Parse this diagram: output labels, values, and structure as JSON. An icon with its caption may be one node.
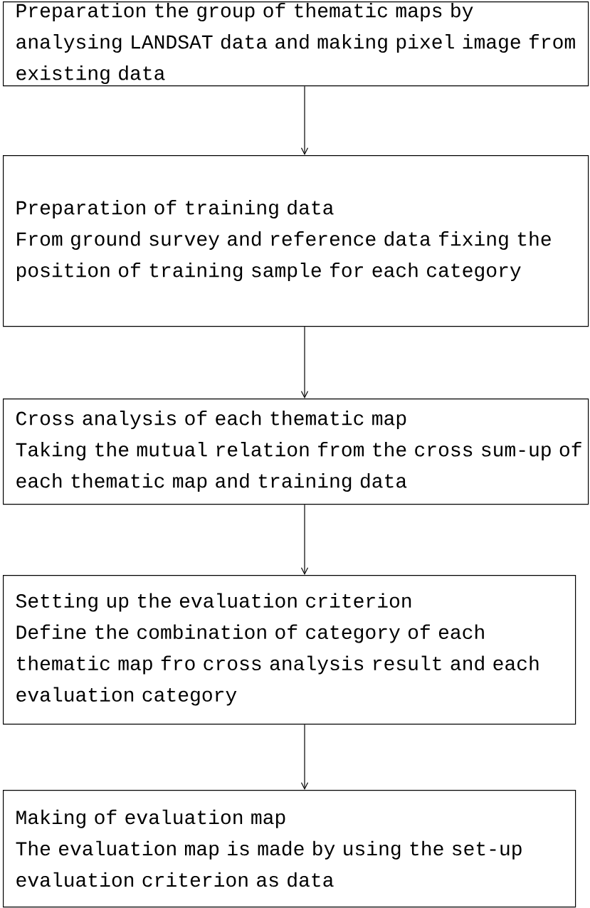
{
  "diagram": {
    "nodes": [
      {
        "text": [
          "Preparation the group of thematic maps by analysing LANDSAT data and making pixel image from existing data"
        ]
      },
      {
        "text": [
          "Preparation of training data",
          "From ground survey and reference data fixing the position of training sample for each category"
        ]
      },
      {
        "text": [
          "Cross analysis of each thematic map",
          "Taking the mutual relation from the cross sum-up of each thematic map and training data"
        ]
      },
      {
        "text": [
          "Setting up the evaluation criterion",
          "Define the combination of category of each thematic map fro cross analysis result and each evaluation category"
        ]
      },
      {
        "text": [
          "Making of evaluation map",
          "The evaluation map is made by using the set-up evaluation criterion as data"
        ]
      }
    ],
    "edges": [
      {
        "from": 0,
        "to": 1,
        "arrow": "to"
      },
      {
        "from": 1,
        "to": 2,
        "arrow": "to"
      },
      {
        "from": 2,
        "to": 3,
        "arrow": "to"
      },
      {
        "from": 3,
        "to": 4,
        "arrow": "to"
      }
    ]
  }
}
